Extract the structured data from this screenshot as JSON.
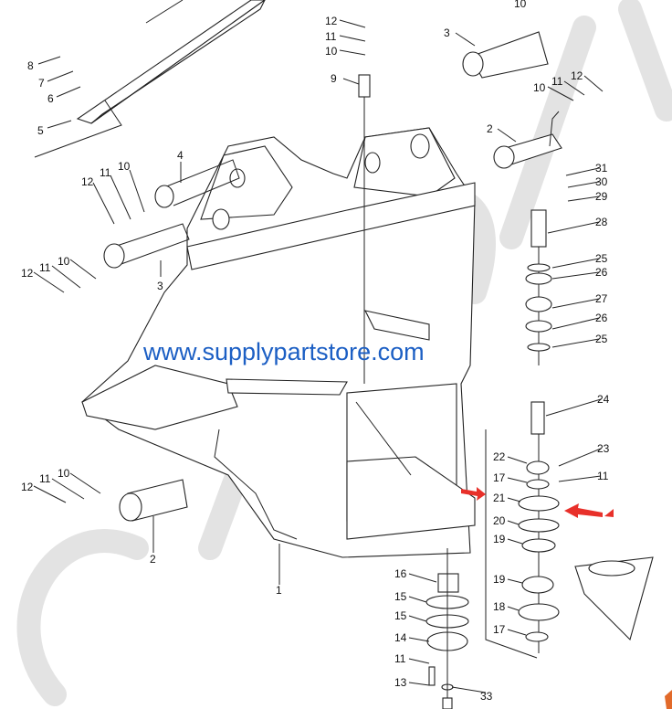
{
  "diagram": {
    "watermark_url": "www.supplypartstore.com",
    "background_watermark": "shop-sum",
    "colors": {
      "watermark": "#1c5fc4",
      "arrow": "#e8302a",
      "lines": "#222222"
    },
    "callouts": {
      "c8": "8",
      "c7": "7",
      "c6": "6",
      "c5": "5",
      "c4": "4",
      "c12a": "12",
      "c11a": "11",
      "c10a": "10",
      "c3a": "3",
      "c12b": "12",
      "c11b": "11",
      "c10b": "10",
      "c12c": "12",
      "c11c": "11",
      "c10c": "10",
      "c9": "9",
      "c10d": "10",
      "c3b": "3",
      "c10e": "10",
      "c11e": "11",
      "c12e": "12",
      "c2a": "2",
      "c31": "31",
      "c30": "30",
      "c29": "29",
      "c28": "28",
      "c25a": "25",
      "c26a": "26",
      "c27": "27",
      "c26b": "26",
      "c25b": "25",
      "c24": "24",
      "c23": "23",
      "c11f": "11",
      "c22": "22",
      "c17a": "17",
      "c21": "21",
      "c20": "20",
      "c19a": "19",
      "c19b": "19",
      "c18": "18",
      "c17b": "17",
      "c16": "16",
      "c15a": "15",
      "c15b": "15",
      "c14": "14",
      "c11g": "11",
      "c13": "13",
      "c33": "33",
      "c12d": "12",
      "c11d": "11",
      "c10f": "10",
      "c2b": "2",
      "c1": "1"
    }
  }
}
